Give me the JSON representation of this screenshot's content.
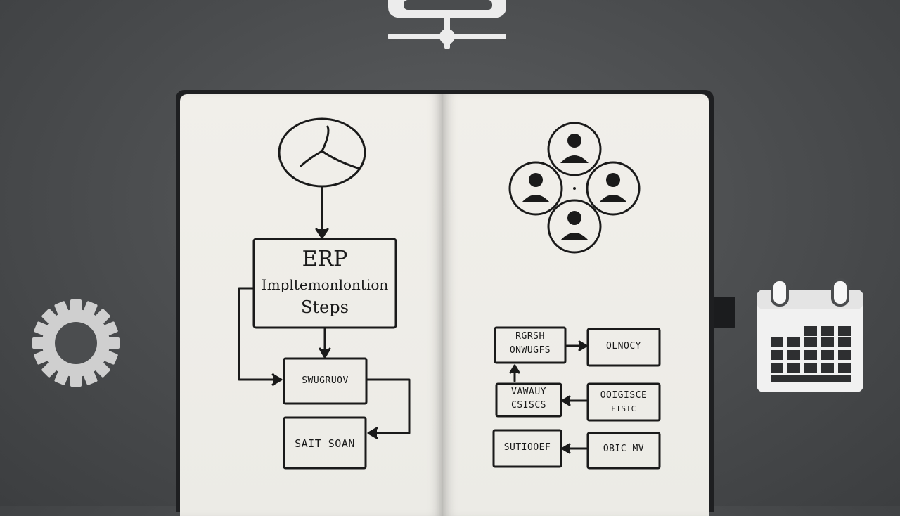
{
  "flowchart": {
    "title_line1": "ERP",
    "title_line2": "Impltemonlontion",
    "title_line3": "Steps",
    "box_middle": "SWUGRUOV",
    "box_bottom": "SAIT SOAN"
  },
  "right_diagram": {
    "box_a_line1": "RGRSH",
    "box_a_line2": "ONWUGFS",
    "box_b": "OLNOCY",
    "box_c_line1": "VAWAUY",
    "box_c_line2": "CSISCS",
    "box_d_line1": "OOIGISCE",
    "box_d_line2": "EISIC",
    "box_e": "SUTIOOEF",
    "box_f": "OBIC MV"
  },
  "colors": {
    "background": "#4a4c4e",
    "page": "#efede8",
    "ink": "#1a1a1a",
    "icon": "#e9e9e9"
  },
  "icons": [
    "server-icon",
    "gear-icon",
    "calendar-icon",
    "propeller-icon",
    "team-icon"
  ]
}
